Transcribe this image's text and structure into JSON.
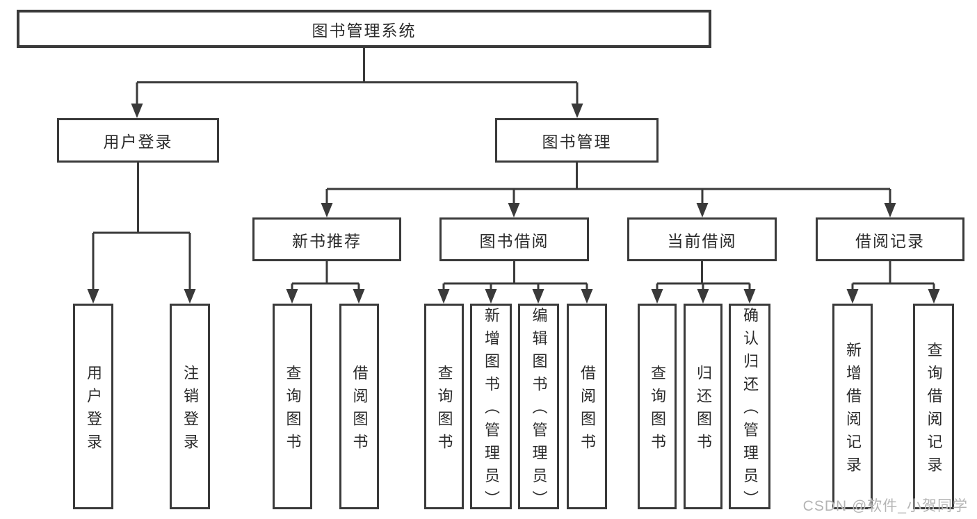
{
  "tree": {
    "label": "图书管理系统",
    "children": [
      {
        "label": "用户登录",
        "children": [
          {
            "label": "用户登录"
          },
          {
            "label": "注销登录"
          }
        ]
      },
      {
        "label": "图书管理",
        "children": [
          {
            "label": "新书推荐",
            "children": [
              {
                "label": "查询图书"
              },
              {
                "label": "借阅图书"
              }
            ]
          },
          {
            "label": "图书借阅",
            "children": [
              {
                "label": "查询图书"
              },
              {
                "label": "新增图书（管理员）"
              },
              {
                "label": "编辑图书（管理员）"
              },
              {
                "label": "借阅图书"
              }
            ]
          },
          {
            "label": "当前借阅",
            "children": [
              {
                "label": "查询图书"
              },
              {
                "label": "归还图书"
              },
              {
                "label": "确认归还（管理员）"
              }
            ]
          },
          {
            "label": "借阅记录",
            "children": [
              {
                "label": "新增借阅记录"
              },
              {
                "label": "查询借阅记录"
              }
            ]
          }
        ]
      }
    ]
  },
  "watermark": "CSDN @软件_小贺同学",
  "colors": {
    "line": "#3a3a3a",
    "text": "#2b2b2b",
    "background": "#ffffff",
    "watermark": "#b5b5b5"
  }
}
